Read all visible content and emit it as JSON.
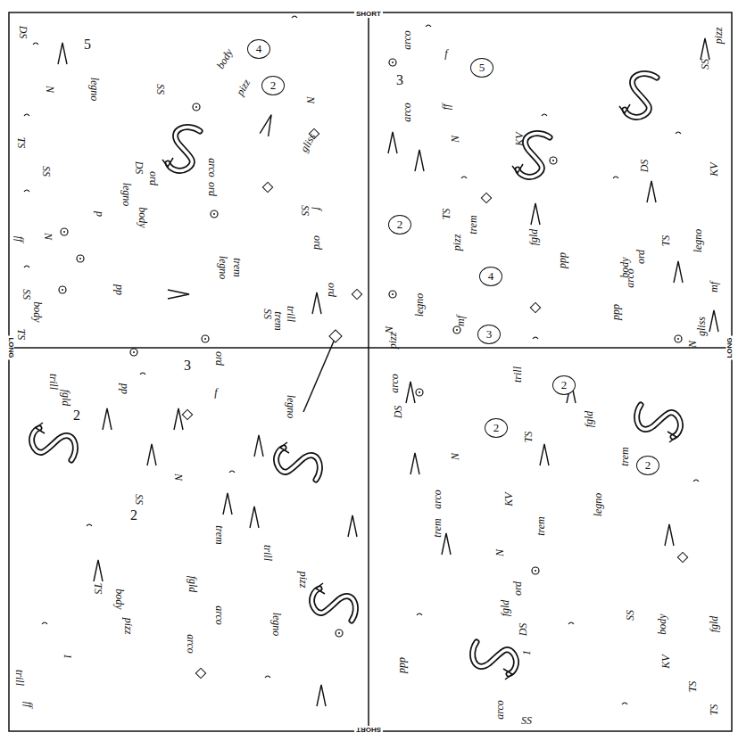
{
  "diagram": {
    "nodes": [
      {
        "text": [
          "4"
        ]
      },
      {
        "text": [
          "2"
        ]
      },
      {
        "text": [
          "5"
        ]
      },
      {
        "text": [
          "2"
        ]
      },
      {
        "text": [
          "4"
        ]
      },
      {
        "text": [
          "3"
        ]
      },
      {
        "text": [
          "2"
        ]
      },
      {
        "text": [
          "2"
        ]
      },
      {
        "text": [
          "2"
        ]
      }
    ],
    "labels": [
      "SHORT",
      "SHORT",
      "LONG",
      "LONG",
      "DS",
      "5",
      "legno",
      "N",
      "SS",
      "body",
      "pizz",
      "TS",
      "SS",
      "DS",
      "legno",
      "body",
      "ord",
      "N",
      "p",
      "arco",
      "ord",
      "SS",
      "N",
      "gliss",
      "pp",
      "legno",
      "trem",
      "SS",
      "trem",
      "trill",
      "ord",
      "body",
      "SS",
      "TS",
      "ord",
      "f",
      "ff",
      "arco",
      "pizz",
      "SS",
      "3",
      "arco",
      "f",
      "ff",
      "N",
      "KV",
      "DS",
      "KV",
      "TS",
      "legno",
      "mf",
      "TS",
      "pizz",
      "trem",
      "fgld",
      "ppp",
      "arco",
      "gliss",
      "N",
      "N",
      "legno",
      "pizz",
      "body",
      "ord",
      "mf",
      "ppp",
      "trill",
      "fgld",
      "2",
      "pp",
      "3",
      "ord",
      "f",
      "legno",
      "N",
      "SS",
      "2",
      "trem",
      "fgld",
      "TS",
      "body",
      "pizz",
      "trill",
      "arco",
      "arco",
      "trill",
      "legno",
      "pizz",
      "1",
      "ff",
      "arco",
      "DS",
      "trill",
      "TS",
      "fgld",
      "trem",
      "legno",
      "trem",
      "KV",
      "N",
      "ord",
      "fgld",
      "DS",
      "1",
      "body",
      "SS",
      "KV",
      "fgld",
      "TS",
      "TS",
      "arco",
      "SS",
      "trem",
      "arco",
      "N",
      "ppp"
    ]
  }
}
